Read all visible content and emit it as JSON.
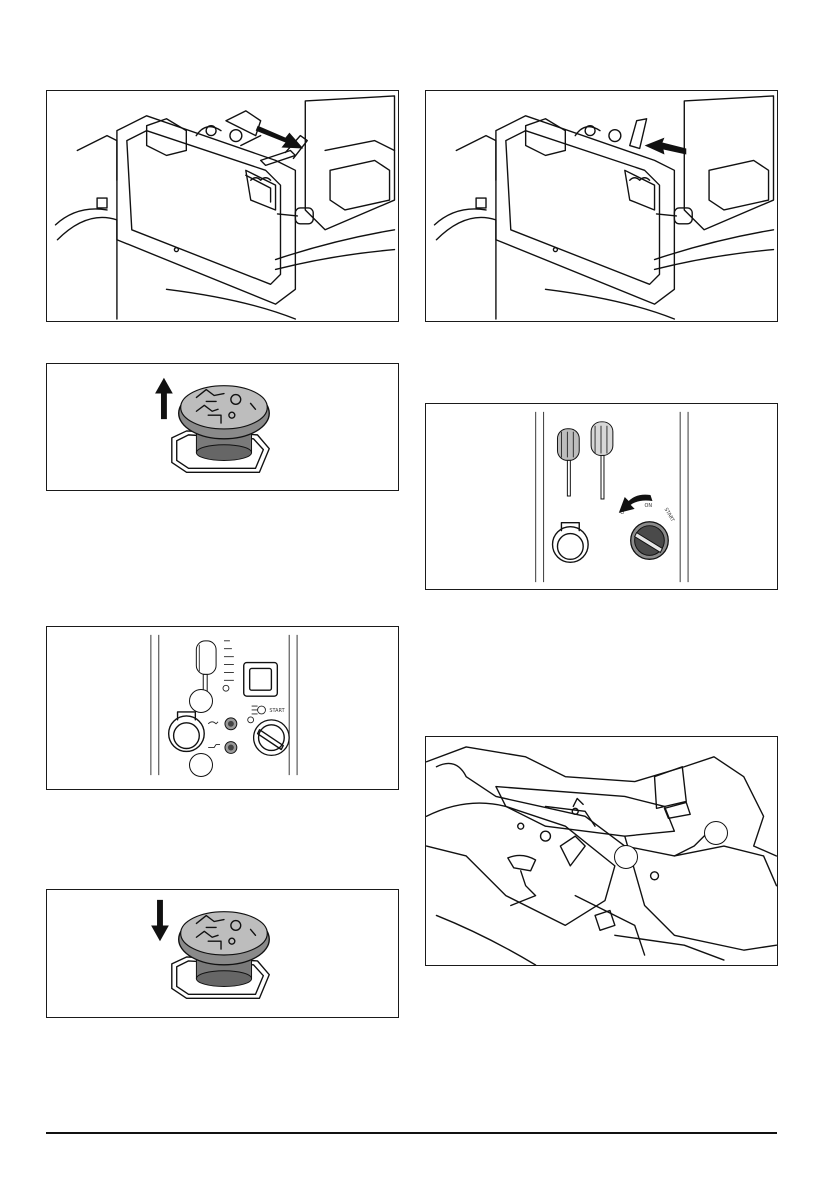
{
  "page": {
    "figures": [
      {
        "id": "fig-lever-top-left",
        "content": "line drawing: cutting-height lever pushed toward rear (arrow)"
      },
      {
        "id": "fig-lever-top-right",
        "content": "line drawing: cutting-height lever pulled forward (arrow)"
      },
      {
        "id": "fig-knob-up",
        "content": "PTO knob pulled up (arrow up)"
      },
      {
        "id": "fig-ignition-off",
        "content": "ignition key turned to off (arrow left)"
      },
      {
        "id": "fig-panel-indicators",
        "content": "control panel with two indicator lamps"
      },
      {
        "id": "fig-seat-area",
        "content": "seat and fender area line drawing"
      },
      {
        "id": "fig-knob-down",
        "content": "PTO knob pushed down (arrow down)"
      }
    ],
    "ignition_labels": {
      "off": "OFF",
      "on": "ON",
      "start": "START"
    },
    "panel_labels": {
      "start": "START"
    },
    "colors": {
      "line": "#111111",
      "border": "#1a1a1a",
      "background": "#ffffff"
    }
  }
}
